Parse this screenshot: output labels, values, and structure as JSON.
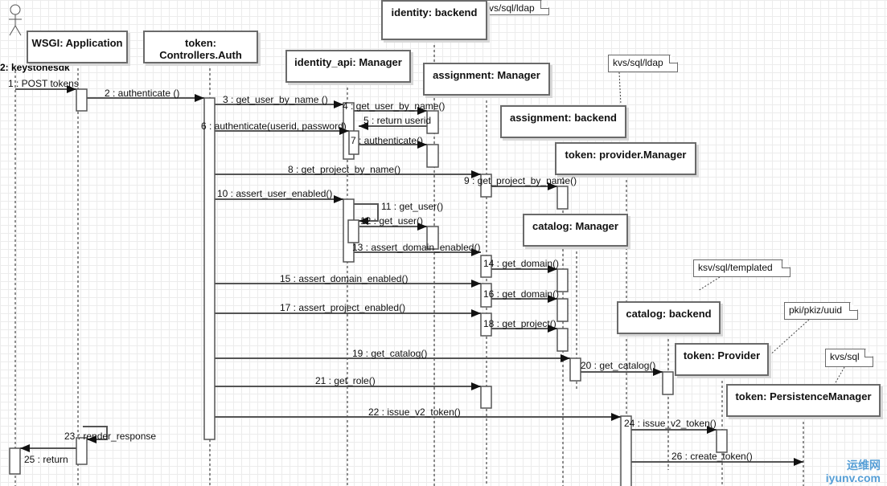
{
  "actor": {
    "name": "2: keystonesdk"
  },
  "lifelines": [
    {
      "id": "wsgi",
      "label": "WSGI: Application"
    },
    {
      "id": "auth",
      "label": "token: Controllers.Auth"
    },
    {
      "id": "idapi",
      "label": "identity_api: Manager"
    },
    {
      "id": "idback",
      "label": "identity: backend"
    },
    {
      "id": "asgmgr",
      "label": "assignment: Manager"
    },
    {
      "id": "asgback",
      "label": "assignment: backend"
    },
    {
      "id": "provmgr",
      "label": "token: provider.Manager"
    },
    {
      "id": "catmgr",
      "label": "catalog: Manager"
    },
    {
      "id": "catback",
      "label": "catalog: backend"
    },
    {
      "id": "prov",
      "label": "token: Provider"
    },
    {
      "id": "persist",
      "label": "token: PersistenceManager"
    }
  ],
  "notes": [
    {
      "text": "kvs/sql/ldap"
    },
    {
      "text": "kvs/sql/ldap"
    },
    {
      "text": "ksv/sql/templated"
    },
    {
      "text": "pki/pkiz/uuid"
    },
    {
      "text": "kvs/sql"
    }
  ],
  "messages": [
    "1 : POST tokens",
    "2 : authenticate ()",
    "3 : get_user_by_name ()",
    "4 : get_user_by_name()",
    "5 : return userid",
    "6 : authenticate(userid, password)",
    "7 : authenticate()",
    "8 : get_project_by_name()",
    "9 : get_project_by_name()",
    "10 : assert_user_enabled()",
    "11 : get_user()",
    "12 : get_user()",
    "13 : assert_domain_enabled()",
    "14 : get_domain()",
    "15 : assert_domain_enabled()",
    "16 : get_domain()",
    "17 : assert_project_enabled()",
    "18 : get_project()",
    "19 : get_catalog()",
    "20 : get_catalog()",
    "21 : get_role()",
    "22 : issue_v2_token()",
    "23 : render_response",
    "24 : issue_v2_token()",
    "25 : return",
    "26 : create_token()"
  ],
  "watermark": {
    "line1": "运维网",
    "line2": "iyunv.com"
  }
}
